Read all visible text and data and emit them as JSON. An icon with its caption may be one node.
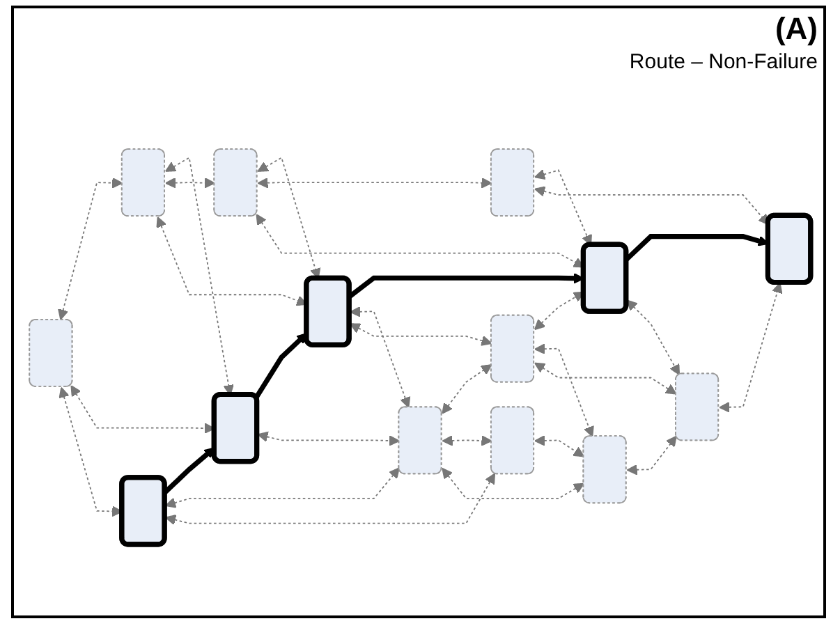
{
  "diagram": {
    "nodes": [
      {
        "text": [],
        "shape": "box"
      },
      {
        "text": [],
        "shape": "box"
      },
      {
        "text": [],
        "shape": "box"
      },
      {
        "text": [],
        "shape": "box"
      },
      {
        "text": [],
        "shape": "box"
      },
      {
        "text": [],
        "shape": "box"
      },
      {
        "text": [],
        "shape": "box"
      },
      {
        "text": [],
        "shape": "box"
      },
      {
        "text": [],
        "shape": "box"
      },
      {
        "text": [],
        "shape": "box"
      },
      {
        "text": [],
        "shape": "box"
      },
      {
        "text": [],
        "shape": "box"
      },
      {
        "text": [],
        "shape": "box"
      },
      {
        "text": [],
        "shape": "box"
      }
    ],
    "edges": [
      {
        "from": 6,
        "to": 3,
        "arrow": "to",
        "style": "thick",
        "color": "#000000"
      },
      {
        "from": 3,
        "to": 4,
        "arrow": "to",
        "style": "thick",
        "color": "#000000"
      },
      {
        "from": 4,
        "to": 9,
        "arrow": "to",
        "style": "thick",
        "color": "#000000"
      },
      {
        "from": 9,
        "to": 10,
        "arrow": "to",
        "style": "thick",
        "color": "#000000"
      },
      {
        "from": 0,
        "to": 1,
        "arrow": "both",
        "style": "dashed"
      },
      {
        "from": 0,
        "to": 3,
        "arrow": "both",
        "style": "dashed"
      },
      {
        "from": 0,
        "to": 6,
        "arrow": "both",
        "style": "dashed"
      },
      {
        "from": 1,
        "to": 3,
        "arrow": "both",
        "style": "dashed"
      },
      {
        "from": 1,
        "to": 2,
        "arrow": "both",
        "style": "dashed"
      },
      {
        "from": 1,
        "to": 4,
        "arrow": "both",
        "style": "dashed"
      },
      {
        "from": 2,
        "to": 4,
        "arrow": "both",
        "style": "dashed"
      },
      {
        "from": 2,
        "to": 5,
        "arrow": "both",
        "style": "dashed"
      },
      {
        "from": 2,
        "to": 9,
        "arrow": "both",
        "style": "dashed"
      },
      {
        "from": 3,
        "to": 7,
        "arrow": "both",
        "style": "dashed"
      },
      {
        "from": 4,
        "to": 7,
        "arrow": "both",
        "style": "dashed"
      },
      {
        "from": 4,
        "to": 8,
        "arrow": "both",
        "style": "dashed"
      },
      {
        "from": 5,
        "to": 9,
        "arrow": "both",
        "style": "dashed"
      },
      {
        "from": 5,
        "to": 10,
        "arrow": "both",
        "style": "dashed"
      },
      {
        "from": 6,
        "to": 7,
        "arrow": "both",
        "style": "dashed"
      },
      {
        "from": 6,
        "to": 11,
        "arrow": "both",
        "style": "dashed"
      },
      {
        "from": 7,
        "to": 8,
        "arrow": "both",
        "style": "dashed"
      },
      {
        "from": 7,
        "to": 11,
        "arrow": "both",
        "style": "dashed"
      },
      {
        "from": 7,
        "to": 12,
        "arrow": "both",
        "style": "dashed"
      },
      {
        "from": 8,
        "to": 9,
        "arrow": "both",
        "style": "dashed"
      },
      {
        "from": 8,
        "to": 12,
        "arrow": "both",
        "style": "dashed"
      },
      {
        "from": 8,
        "to": 13,
        "arrow": "both",
        "style": "dashed"
      },
      {
        "from": 9,
        "to": 13,
        "arrow": "both",
        "style": "dashed"
      },
      {
        "from": 11,
        "to": 12,
        "arrow": "both",
        "style": "dashed"
      },
      {
        "from": 12,
        "to": 13,
        "arrow": "both",
        "style": "dashed"
      },
      {
        "from": 13,
        "to": 10,
        "arrow": "both",
        "style": "dashed"
      }
    ],
    "labels": [
      "(A)",
      "Route – Non-Failure"
    ]
  }
}
